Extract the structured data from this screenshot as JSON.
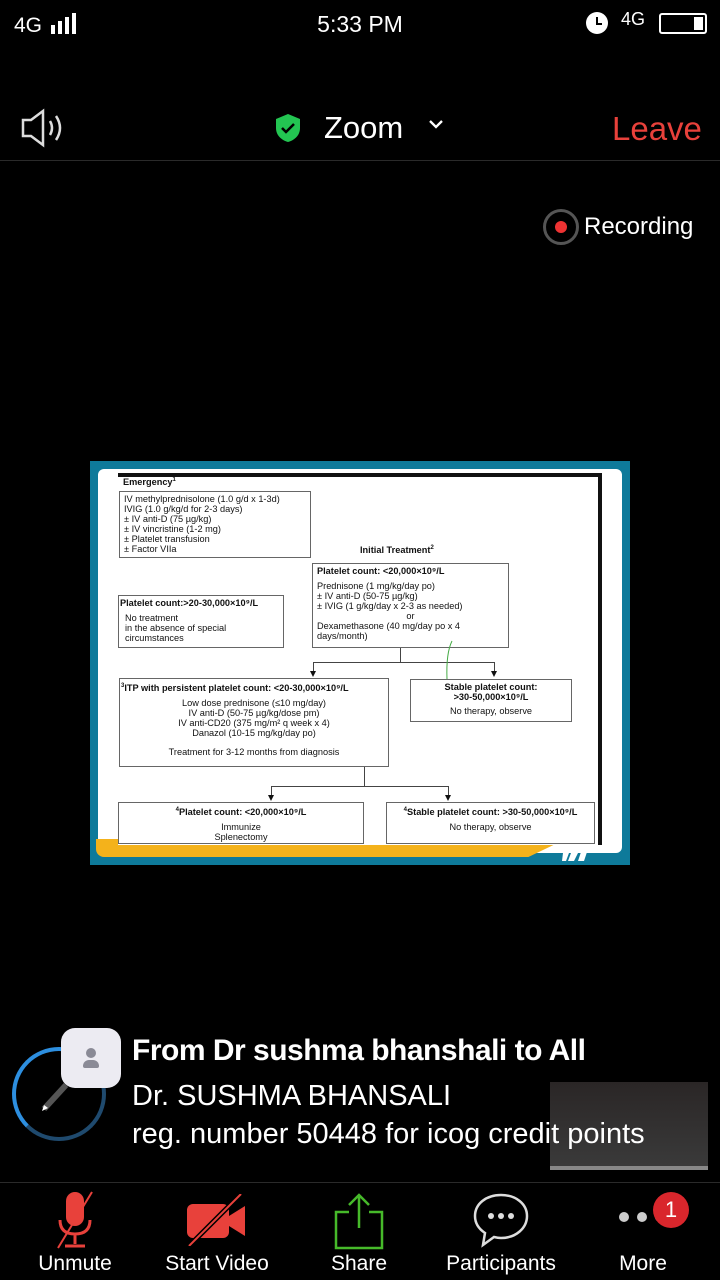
{
  "status_bar": {
    "network_left": "4G",
    "time": "5:33 PM",
    "network_right": "4G"
  },
  "header": {
    "title": "Zoom",
    "leave": "Leave"
  },
  "recording": "Recording",
  "slide": {
    "emergency_title": "Emergency",
    "emergency_sup": "1",
    "emergency_lines": [
      "IV methylprednisolone (1.0 g/d x 1-3d)",
      "IVIG (1.0 g/kg/d for 2-3 days)",
      "± IV anti-D (75 µg/kg)",
      "± IV  vincristine (1-2 mg)",
      "± Platelet transfusion",
      "± Factor VIIa"
    ],
    "initial_title": "Initial Treatment",
    "initial_sup": "2",
    "initial_box_title": "Platelet count: <20,000×10⁹/L",
    "initial_lines": [
      "Prednisone (1 mg/kg/day po)",
      "± IV anti-D (50-75 µg/kg)",
      "± IVIG (1 g/kg/day x 2-3 as needed)"
    ],
    "initial_or": "or",
    "initial_lines2": [
      "Dexamethasone (40 mg/day po x 4",
      "days/month)"
    ],
    "high_title": "Platelet count:>20-30,000×10⁹/L",
    "high_lines": [
      "No treatment",
      "in the absence of special",
      "circumstances"
    ],
    "itp_sup": "3",
    "itp_title": "ITP with persistent platelet count: <20-30,000×10⁹/L",
    "itp_lines": [
      "Low dose prednisone (≤10 mg/day)",
      "IV anti-D (50-75 µg/kg/dose pm)",
      "IV anti-CD20 (375 mg/m² q week x 4)",
      "Danazol (10-15 mg/kg/day po)"
    ],
    "itp_duration": "Treatment for 3-12 months from diagnosis",
    "stable_title1": "Stable platelet count:",
    "stable_title2": ">30-50,000×10⁹/L",
    "stable_text": "No therapy, observe",
    "bl_sup": "4",
    "bl_title": "Platelet count: <20,000×10⁹/L",
    "bl_lines": [
      "Immunize",
      "Splenectomy"
    ],
    "br_sup": "4",
    "br_title": "Stable platelet count: >30-50,000×10⁹/L",
    "br_text": "No therapy, observe"
  },
  "chat": {
    "from": "From Dr sushma bhanshali to All",
    "line1": "Dr. SUSHMA BHANSALI",
    "line2": "reg. number 50448 for icog credit points"
  },
  "toolbar": {
    "unmute": "Unmute",
    "start_video": "Start Video",
    "share": "Share",
    "participants": "Participants",
    "more": "More",
    "more_badge": "1"
  },
  "colors": {
    "leave": "#e8413b",
    "shield": "#23c552",
    "share": "#46b92a",
    "mute": "#e8413b",
    "badge": "#d9262c"
  }
}
